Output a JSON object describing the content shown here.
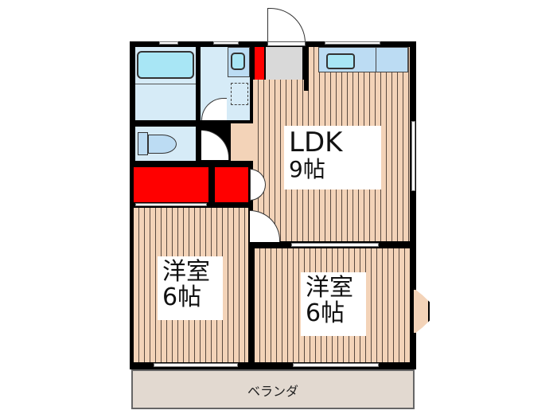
{
  "floor_plan": {
    "rooms": {
      "ldk": {
        "name": "LDK",
        "size": "9帖"
      },
      "western_left": {
        "name": "洋室",
        "size": "6帖"
      },
      "western_right": {
        "name": "洋室",
        "size": "6帖"
      },
      "balcony": {
        "name": "ベランダ"
      }
    },
    "colors": {
      "wall": "#000000",
      "floor": "#f3d3b8",
      "floor_stripe": "#5a4a40",
      "wet_area": "#d6ebf7",
      "bathtub": "#a8e6f5",
      "closet": "#ff0000",
      "entrance": "#d9d9d9",
      "balcony": "#e2d9d0"
    }
  }
}
